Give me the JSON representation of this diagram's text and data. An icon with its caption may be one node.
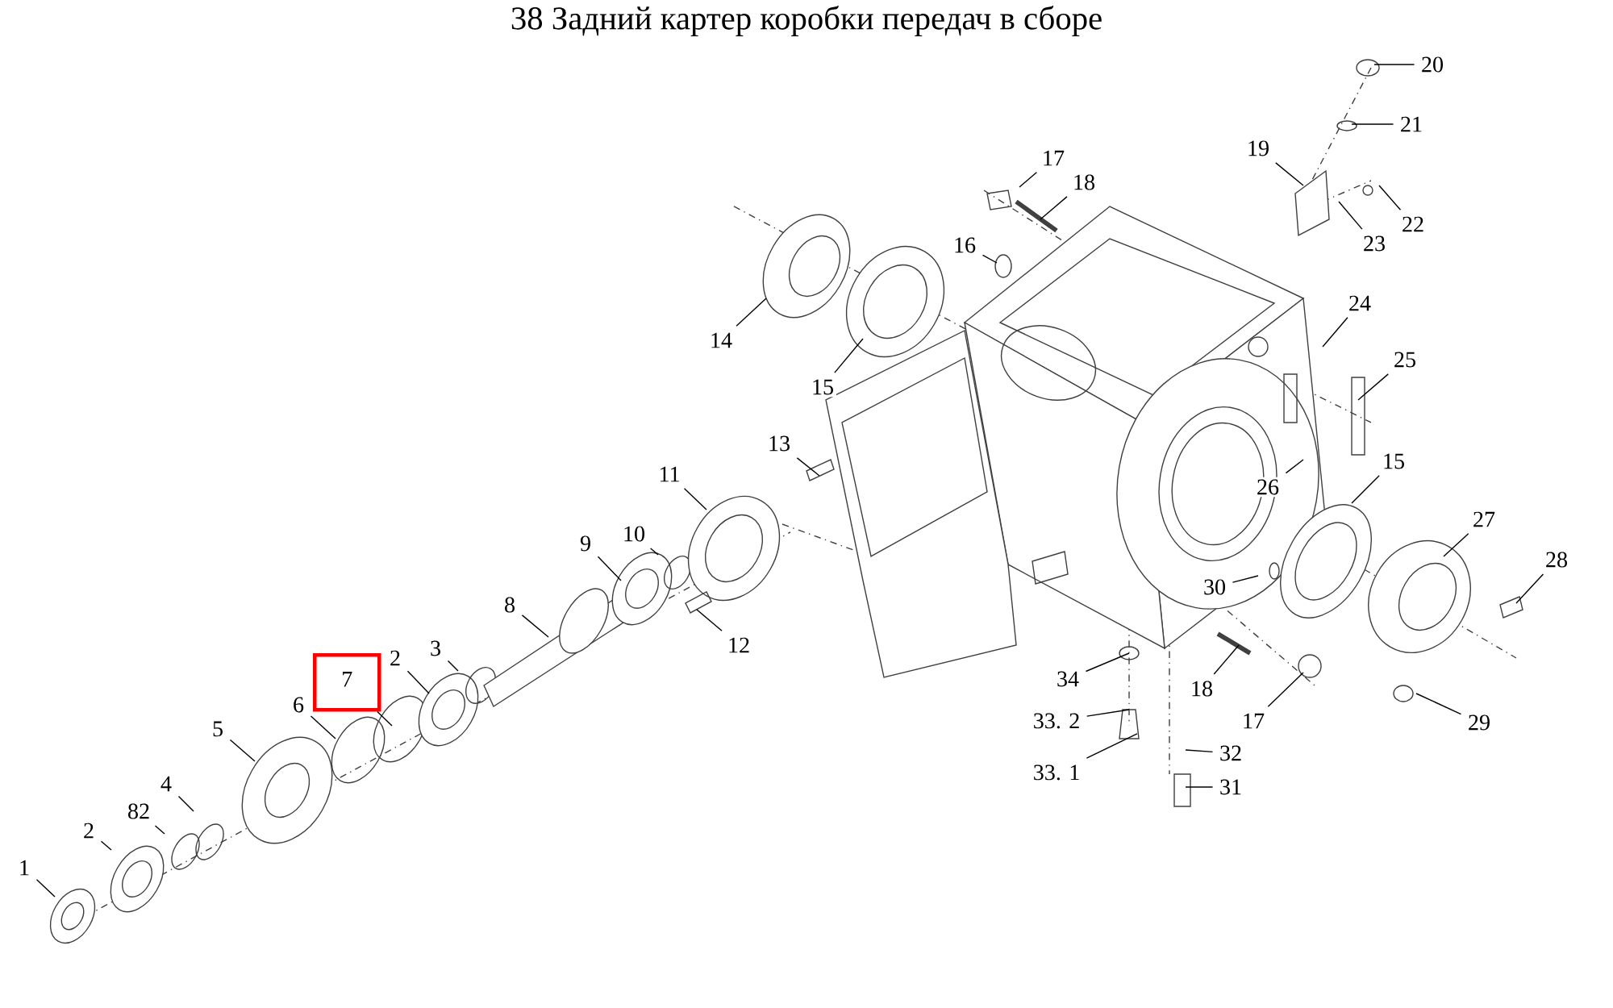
{
  "diagram": {
    "title": "38 Задний картер коробки передач в сборе",
    "nodes": [
      {
        "text": [
          "1"
        ]
      },
      {
        "text": [
          "2"
        ]
      },
      {
        "text": [
          "82"
        ]
      },
      {
        "text": [
          "4"
        ]
      },
      {
        "text": [
          "5"
        ]
      },
      {
        "text": [
          "6"
        ]
      },
      {
        "text": [
          "7"
        ]
      },
      {
        "text": [
          "2"
        ]
      },
      {
        "text": [
          "3"
        ]
      },
      {
        "text": [
          "8"
        ]
      },
      {
        "text": [
          "9"
        ]
      },
      {
        "text": [
          "10"
        ]
      },
      {
        "text": [
          "11"
        ]
      },
      {
        "text": [
          "12"
        ]
      },
      {
        "text": [
          "13"
        ]
      },
      {
        "text": [
          "14"
        ]
      },
      {
        "text": [
          "15"
        ]
      },
      {
        "text": [
          "16"
        ]
      },
      {
        "text": [
          "17"
        ]
      },
      {
        "text": [
          "18"
        ]
      },
      {
        "text": [
          "19"
        ]
      },
      {
        "text": [
          "20"
        ]
      },
      {
        "text": [
          "21"
        ]
      },
      {
        "text": [
          "22"
        ]
      },
      {
        "text": [
          "23"
        ]
      },
      {
        "text": [
          "24"
        ]
      },
      {
        "text": [
          "25"
        ]
      },
      {
        "text": [
          "26"
        ]
      },
      {
        "text": [
          "15"
        ]
      },
      {
        "text": [
          "27"
        ]
      },
      {
        "text": [
          "28"
        ]
      },
      {
        "text": [
          "29"
        ]
      },
      {
        "text": [
          "30"
        ]
      },
      {
        "text": [
          "18"
        ]
      },
      {
        "text": [
          "17"
        ]
      },
      {
        "text": [
          "34"
        ]
      },
      {
        "text": [
          "33. 2"
        ]
      },
      {
        "text": [
          "33. 1"
        ]
      },
      {
        "text": [
          "32"
        ]
      },
      {
        "text": [
          "31"
        ]
      }
    ],
    "edges": [
      {
        "from": 0,
        "to": null,
        "arrow": "none"
      },
      {
        "from": 1,
        "to": null,
        "arrow": "none"
      },
      {
        "from": 2,
        "to": null,
        "arrow": "none"
      },
      {
        "from": 3,
        "to": null,
        "arrow": "none"
      },
      {
        "from": 4,
        "to": null,
        "arrow": "none"
      },
      {
        "from": 5,
        "to": null,
        "arrow": "none"
      },
      {
        "from": 6,
        "to": null,
        "arrow": "none"
      },
      {
        "from": 7,
        "to": null,
        "arrow": "none"
      },
      {
        "from": 8,
        "to": null,
        "arrow": "none"
      },
      {
        "from": 9,
        "to": null,
        "arrow": "none"
      },
      {
        "from": 10,
        "to": null,
        "arrow": "none"
      },
      {
        "from": 11,
        "to": null,
        "arrow": "none"
      },
      {
        "from": 12,
        "to": null,
        "arrow": "none"
      },
      {
        "from": 13,
        "to": null,
        "arrow": "none"
      },
      {
        "from": 14,
        "to": null,
        "arrow": "none"
      },
      {
        "from": 15,
        "to": null,
        "arrow": "none"
      },
      {
        "from": 16,
        "to": null,
        "arrow": "none"
      },
      {
        "from": 17,
        "to": null,
        "arrow": "none"
      },
      {
        "from": 18,
        "to": null,
        "arrow": "none"
      },
      {
        "from": 19,
        "to": null,
        "arrow": "none"
      },
      {
        "from": 20,
        "to": null,
        "arrow": "none"
      },
      {
        "from": 21,
        "to": null,
        "arrow": "none"
      },
      {
        "from": 22,
        "to": null,
        "arrow": "none"
      },
      {
        "from": 23,
        "to": null,
        "arrow": "none"
      },
      {
        "from": 24,
        "to": null,
        "arrow": "none"
      },
      {
        "from": 25,
        "to": null,
        "arrow": "none"
      },
      {
        "from": 26,
        "to": null,
        "arrow": "none"
      },
      {
        "from": 27,
        "to": null,
        "arrow": "none"
      },
      {
        "from": 28,
        "to": null,
        "arrow": "none"
      },
      {
        "from": 29,
        "to": null,
        "arrow": "none"
      },
      {
        "from": 30,
        "to": null,
        "arrow": "none"
      },
      {
        "from": 31,
        "to": null,
        "arrow": "none"
      },
      {
        "from": 32,
        "to": null,
        "arrow": "none"
      },
      {
        "from": 33,
        "to": null,
        "arrow": "none"
      },
      {
        "from": 34,
        "to": null,
        "arrow": "none"
      },
      {
        "from": 35,
        "to": null,
        "arrow": "none"
      },
      {
        "from": 36,
        "to": null,
        "arrow": "none"
      },
      {
        "from": 37,
        "to": null,
        "arrow": "none"
      },
      {
        "from": 38,
        "to": null,
        "arrow": "none"
      },
      {
        "from": 39,
        "to": null,
        "arrow": "none"
      }
    ]
  }
}
